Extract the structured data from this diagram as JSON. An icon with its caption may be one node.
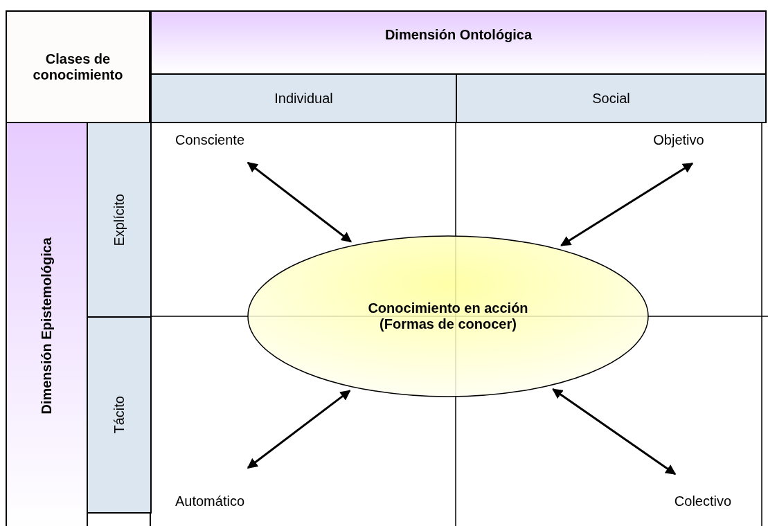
{
  "diagram": {
    "nodes": [
      {
        "text": [
          "Clases de conocimiento"
        ]
      },
      {
        "text": [
          "Dimensión Ontológica"
        ]
      },
      {
        "text": [
          "Individual"
        ]
      },
      {
        "text": [
          "Social"
        ]
      },
      {
        "text": [
          "Dimensión Epistemológica"
        ]
      },
      {
        "text": [
          "Explícito"
        ]
      },
      {
        "text": [
          "Tácito"
        ]
      },
      {
        "text": [
          "Conocimiento en acción (Formas de conocer)"
        ]
      },
      {
        "text": [
          "Consciente"
        ]
      },
      {
        "text": [
          "Objetivo"
        ]
      },
      {
        "text": [
          "Automático"
        ]
      },
      {
        "text": [
          "Colectivo"
        ]
      }
    ],
    "edges": [
      {
        "from": 8,
        "to": 7,
        "arrow": "both"
      },
      {
        "from": 9,
        "to": 7,
        "arrow": "both"
      },
      {
        "from": 10,
        "to": 7,
        "arrow": "both"
      },
      {
        "from": 11,
        "to": 7,
        "arrow": "both"
      }
    ]
  }
}
